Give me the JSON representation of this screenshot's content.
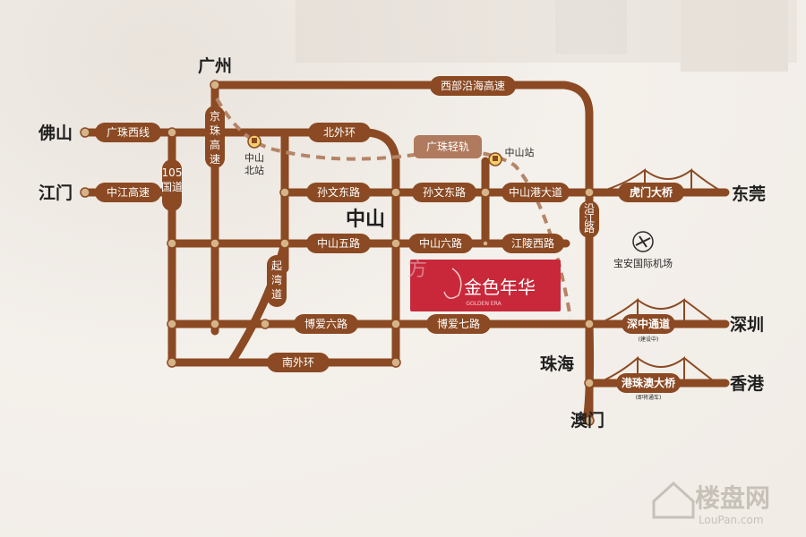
{
  "cities": {
    "guangzhou": "广州",
    "foshan": "佛山",
    "jiangmen": "江门",
    "zhongshan": "中山",
    "dongguan": "东莞",
    "shenzhen": "深圳",
    "zhuhai": "珠海",
    "hongkong": "香港",
    "macau": "澳门"
  },
  "roads": {
    "western_coastal": "西部沿海高速",
    "guangzhu_west": "广珠西线",
    "beiwaihuan": "北外环",
    "guangzhu_rail": "广珠轻轨",
    "zhongjiang": "中江高速",
    "g105_a": "105",
    "g105_b": "国道",
    "jingzhu_1": "京",
    "jingzhu_2": "珠",
    "jingzhu_3": "高",
    "jingzhu_4": "速",
    "sunwen_1": "孙文东路",
    "sunwen_2": "孙文东路",
    "zhongshangang": "中山港大道",
    "zhongshan5": "中山五路",
    "zhongshan6": "中山六路",
    "jiangling": "江陵西路",
    "qiwan_1": "起",
    "qiwan_2": "湾",
    "qiwan_3": "道",
    "boai6": "博爱六路",
    "boai7": "博爱七路",
    "nanwaihuan": "南外环",
    "yanjiang_1": "沿",
    "yanjiang_2": "江",
    "yanjiang_3": "路"
  },
  "stations": {
    "zhongshan_north_1": "中山",
    "zhongshan_north_2": "北站",
    "zhongshan_station": "中山站"
  },
  "airport": "宝安国际机场",
  "bridges": {
    "humen": "虎门大桥",
    "shenzhong": "深中通道",
    "shenzhong_note": "(建设中)",
    "hzm": "港珠澳大桥",
    "hzm_note": "(即将通车)"
  },
  "project": "金色年华",
  "project_sub": "GOLDEN ERA",
  "watermark": {
    "brand": "楼盘网",
    "url": "LouPan.com",
    "mid": "方"
  }
}
